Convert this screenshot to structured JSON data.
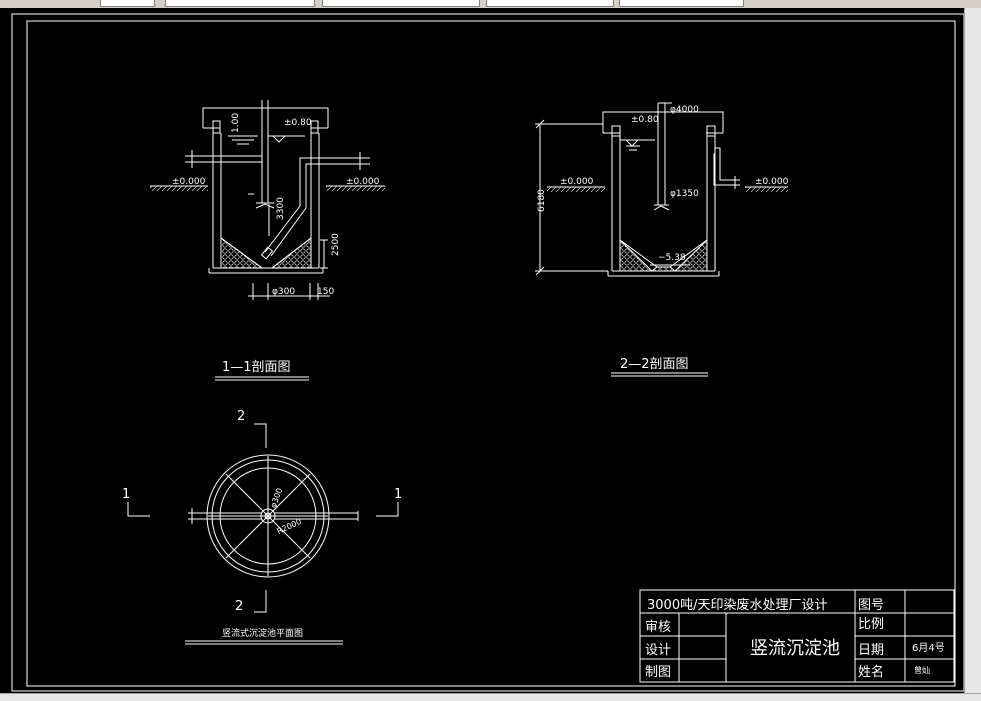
{
  "window": {
    "toolbar_tabs": [
      "",
      "",
      "",
      "",
      ""
    ]
  },
  "section_1": {
    "title": "1—1剖面图",
    "level_top": "±0.80",
    "ground_left": "±0.000",
    "ground_right": "±0.000",
    "dim_pipe": "φ300",
    "dim_vertical": "3300",
    "dim_side": "2500",
    "dim_bottom_pipe": "φ300",
    "dim_bottom": "150",
    "dim_short": "1.00"
  },
  "section_2": {
    "title": "2—2剖面图",
    "level_top": "±0.80",
    "dim_top": "φ4000",
    "ground_left": "±0.000",
    "ground_right": "±0.000",
    "dim_height": "6180",
    "dim_pipe": "φ1350",
    "level_bottom": "−5.38"
  },
  "plan": {
    "title": "竖流式沉淀池平面图",
    "cut_left": "1",
    "cut_right": "1",
    "cut_top": "2",
    "cut_bottom": "2",
    "dim_inner": "φ300",
    "dim_radius": "R2000"
  },
  "title_block": {
    "project": "3000吨/天印染废水处理厂设计",
    "drawing_name": "竖流沉淀池",
    "row_labels": [
      "审核",
      "设计",
      "制图"
    ],
    "right_labels": [
      "图号",
      "比例",
      "日期",
      "姓名"
    ],
    "date_value": "6月4号",
    "name_value": "曾灿"
  },
  "colors": {
    "line": "#ffffff",
    "background": "#000000",
    "chrome": "#d4d0c8"
  }
}
